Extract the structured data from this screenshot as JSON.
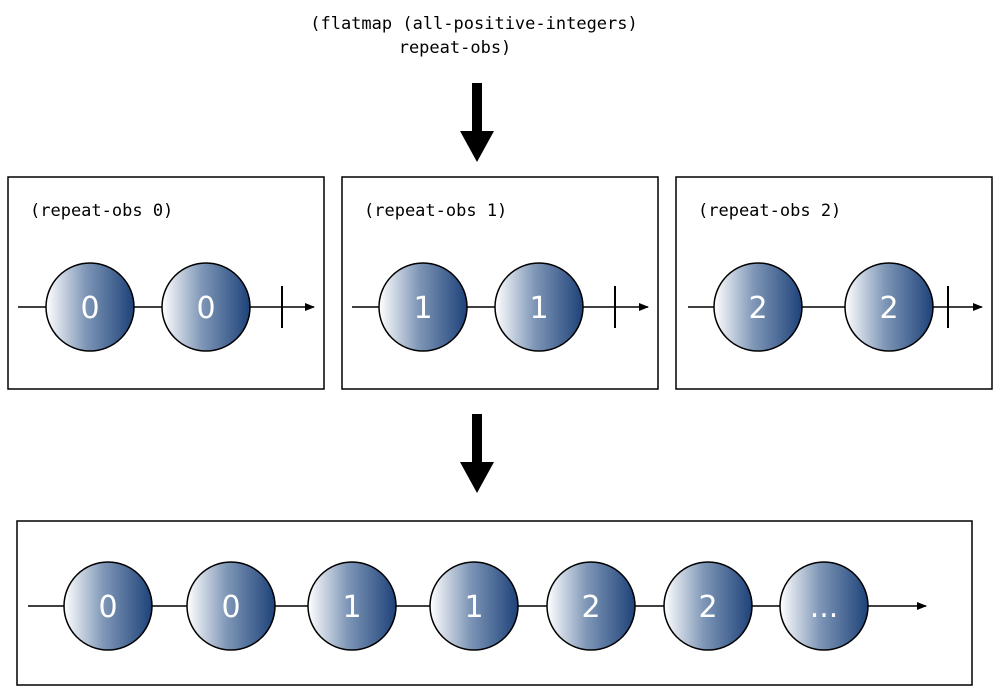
{
  "header": {
    "line1": "(flatmap (all-positive-integers)",
    "line2": "repeat-obs)"
  },
  "panels": [
    {
      "label": "(repeat-obs 0)",
      "marbles": [
        "0",
        "0"
      ]
    },
    {
      "label": "(repeat-obs 1)",
      "marbles": [
        "1",
        "1"
      ]
    },
    {
      "label": "(repeat-obs 2)",
      "marbles": [
        "2",
        "2"
      ]
    }
  ],
  "result": {
    "marbles": [
      "0",
      "0",
      "1",
      "1",
      "2",
      "2",
      "..."
    ]
  },
  "colors": {
    "marble_dark": "#1e4279",
    "marble_light": "#ffffff",
    "stroke": "#000000"
  }
}
